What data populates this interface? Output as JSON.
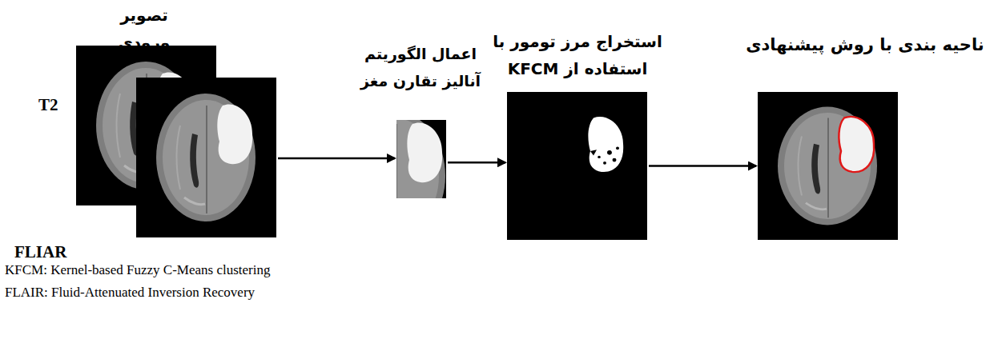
{
  "diagram": {
    "nodes": [
      {
        "text": [
          "تصویر ورودی",
          "T2",
          "FLIAR"
        ]
      },
      {
        "text": [
          "اعمال الگوریتم آنالیز تقارن مغز"
        ]
      },
      {
        "text": [
          "استخراج مرز تومور با استفاده از KFCM"
        ]
      },
      {
        "text": [
          "ناحیه بندی با روش پیشنهادی"
        ]
      }
    ],
    "edges": [
      {
        "from": 0,
        "to": 1,
        "arrow": "to"
      },
      {
        "from": 1,
        "to": 2,
        "arrow": "to"
      },
      {
        "from": 2,
        "to": 3,
        "arrow": "to"
      }
    ],
    "labels": [
      "KFCM: Kernel-based Fuzzy C-Means clustering",
      "FLAIR: Fluid-Attenuated Inversion Recovery"
    ]
  }
}
